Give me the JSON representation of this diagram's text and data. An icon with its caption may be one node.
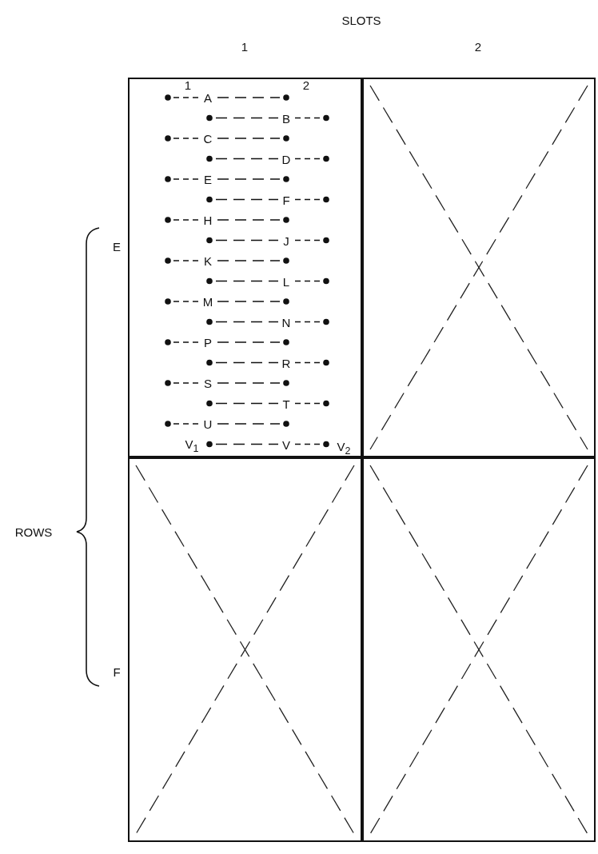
{
  "diagram": {
    "nodes": [
      {
        "text": [],
        "shape": "box"
      },
      {
        "text": [],
        "shape": "box"
      },
      {
        "text": [],
        "shape": "box"
      },
      {
        "text": [],
        "shape": "box"
      }
    ],
    "labels": [
      "SLOTS",
      "1",
      "2",
      "1",
      "2",
      "A",
      "B",
      "C",
      "D",
      "E",
      "F",
      "H",
      "J",
      "K",
      "L",
      "M",
      "N",
      "P",
      "R",
      "S",
      "T",
      "U",
      "V$_{1}$",
      "V",
      "V$_{2}$",
      "ROWS",
      "E",
      "F"
    ]
  }
}
